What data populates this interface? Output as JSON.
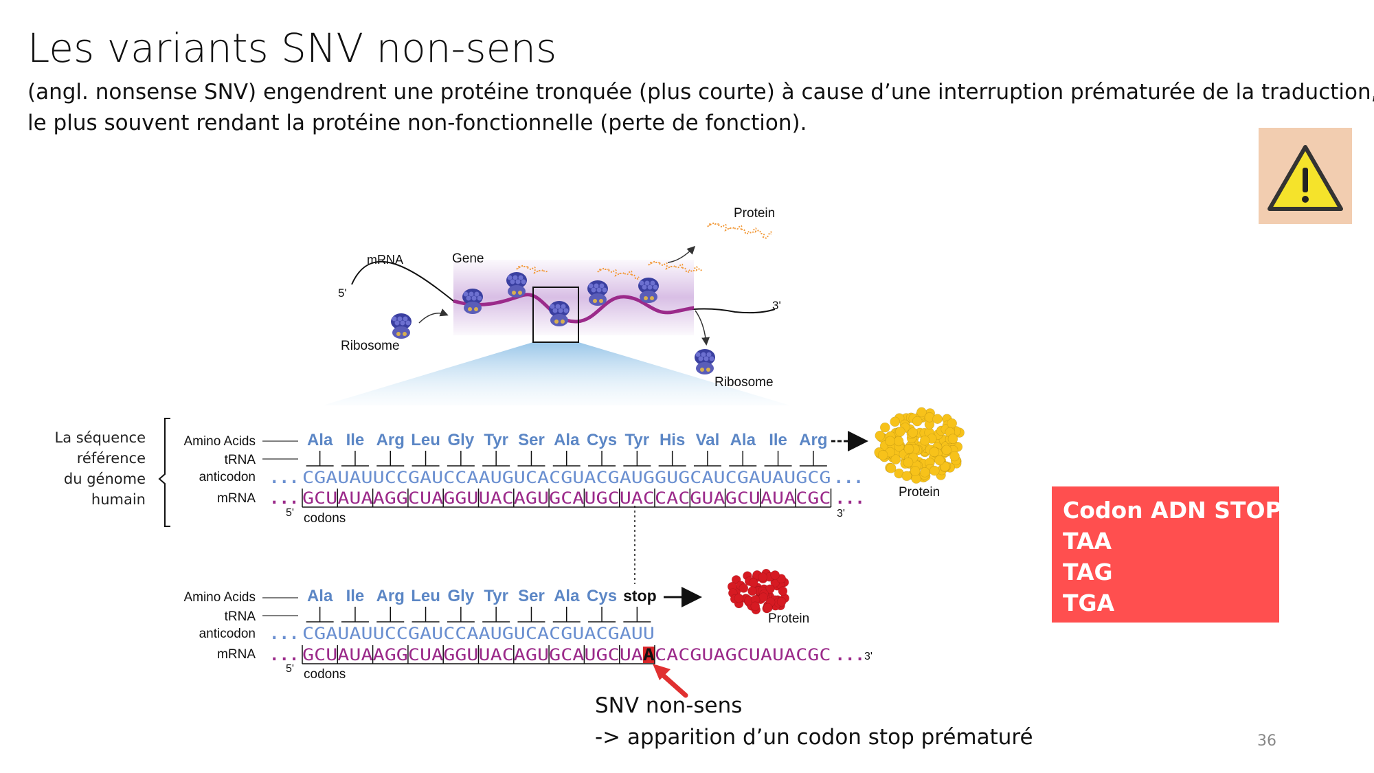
{
  "slide": {
    "title": "Les variants SNV non-sens",
    "subtitle_line1": "(angl. nonsense SNV) engendrent une protéine tronquée (plus courte) à cause d’une interruption prématurée de la traduction,",
    "subtitle_line2": "le plus souvent rendant la protéine non-fonctionnelle (perte de fonction).",
    "page_number": "36"
  },
  "warning": {
    "icon": "warning-triangle-icon",
    "bg_color": "#f2cdb0"
  },
  "stop_box": {
    "title": "Codon ADN STOP:",
    "codons": [
      "TAA",
      "TAG",
      "TGA"
    ],
    "bg_color": "#ff4f4f"
  },
  "caption": {
    "line1": "SNV non-sens",
    "line2": "-> apparition d’un codon stop prématuré"
  },
  "reference_label": [
    "La séquence",
    "référence",
    "du génome",
    "humain"
  ],
  "overview": {
    "mrna_label": "mRNA",
    "gene_label": "Gene",
    "five_prime": "5'",
    "three_prime": "3'",
    "protein_label": "Protein",
    "ribosome_left_label": "Ribosome",
    "ribosome_right_label": "Ribosome"
  },
  "row_labels": {
    "amino_acids": "Amino Acids",
    "trna": "tRNA",
    "anticodon": "anticodon",
    "mrna": "mRNA",
    "five_prime": "5'",
    "three_prime": "3'",
    "codons": "codons",
    "dots": "...",
    "protein": "Protein"
  },
  "normal": {
    "amino_acids": [
      "Ala",
      "Ile",
      "Arg",
      "Leu",
      "Gly",
      "Tyr",
      "Ser",
      "Ala",
      "Cys",
      "Tyr",
      "His",
      "Val",
      "Ala",
      "Ile",
      "Arg"
    ],
    "anticodon": "CGAUAUUCCGAUCCAAUGUCACGUACGAUGGUGCAUCGAUAUGCG",
    "mrna": "GCUAUAAGGCUAGGUUACAGUGCAUGCUACCACGUAGCUAUACGC"
  },
  "mutant": {
    "amino_acids": [
      "Ala",
      "Ile",
      "Arg",
      "Leu",
      "Gly",
      "Tyr",
      "Ser",
      "Ala",
      "Cys"
    ],
    "stop_label": "stop",
    "anticodon": "CGAUAUUCCGAUCCAAUGUCACGUACGAUU",
    "mrna_before": "GCUAUAAGGCUAGGUUACAGUGCAUGCUA",
    "mrna_mutated": "A",
    "mrna_after": "CACGUAGCUAUACGC"
  },
  "colors": {
    "amino": "#5b86c5",
    "anticodon": "#6a8fd0",
    "mrna": "#9b2a8a",
    "gene_band": "#b98ad0",
    "protein_normal": "#f7c21a",
    "protein_mutant": "#d61a22",
    "mutation_highlight": "#d8262a",
    "arrow_red": "#e03030",
    "protein_small": "#f29a3a"
  }
}
